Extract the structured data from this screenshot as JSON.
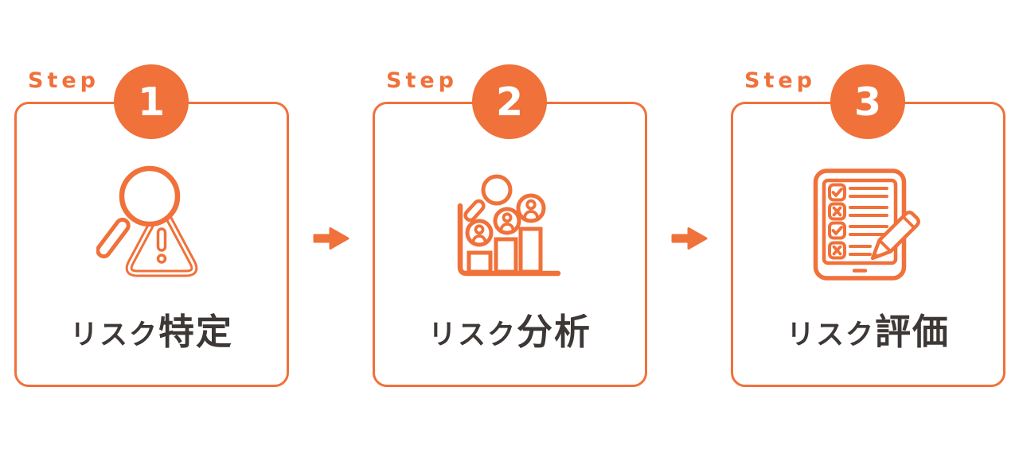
{
  "colors": {
    "accent": "#F0713A",
    "title": "#3D3835",
    "background": "#FFFFFF",
    "badge_text": "#FFFFFF"
  },
  "icons": {
    "step1": "magnifier-warning-triangle",
    "step2": "bar-chart-people-magnifier",
    "step3": "checklist-tablet-pencil",
    "connector": "arrow-right"
  },
  "steps": [
    {
      "label": "Step",
      "number": "1",
      "title_prefix": "リスク",
      "title_emphasis": "特定"
    },
    {
      "label": "Step",
      "number": "2",
      "title_prefix": "リスク",
      "title_emphasis": "分析"
    },
    {
      "label": "Step",
      "number": "3",
      "title_prefix": "リスク",
      "title_emphasis": "評価"
    }
  ]
}
